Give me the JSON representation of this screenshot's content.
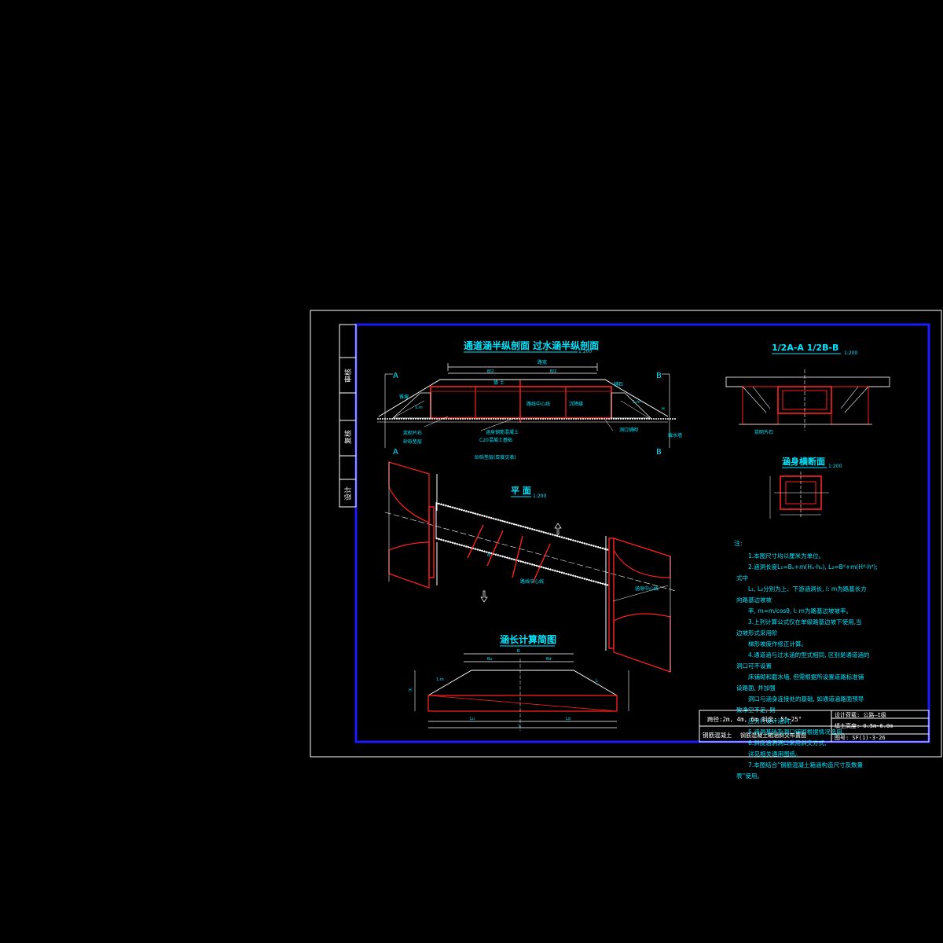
{
  "colors": {
    "background": "#000000",
    "frame": "#ffffff",
    "border": "#1a1aff",
    "text": "#00e5ff",
    "structure": "#ff2020",
    "lines": "#ffffff"
  },
  "side_stamp": {
    "row1": "审核",
    "row2": "复核",
    "row3": "设计"
  },
  "titles": {
    "profile": "通道涵半纵剖面  过水涵半纵剖面",
    "profile_scale": "1:200",
    "section": "1/2A-A   1/2B-B",
    "section_scale": "1:200",
    "cross": "涵身横断面",
    "cross_scale": "1:200",
    "plan": "平  面",
    "plan_scale": "1:200",
    "calc": "涵长计算简图"
  },
  "profile_labels": {
    "A_top": "A",
    "B_top": "B",
    "A_bottom": "A",
    "B_bottom": "B",
    "roadbed_width": "路宽",
    "half_left": "B/2",
    "half_right": "B/2",
    "fill": "填 土",
    "center": "路线中心线",
    "pillow": "沉降缝",
    "slope_left": "1:m",
    "slope_right": "1:m",
    "left_note": "锥坡",
    "right_note": "铺石",
    "water_level": "H",
    "base_note1": "浆砌片石",
    "base_note2": "砂砾垫层",
    "mid_note1": "涵身钢筋混凝土",
    "mid_note2": "C20混凝土基础",
    "mid_note3": "砂砾垫层(厚度见表)",
    "right_base": "洞口铺砌",
    "right_end": "截水墙"
  },
  "plan_labels": {
    "center": "路线中心线",
    "axis": "涵身中心线",
    "alpha": "α"
  },
  "calc_labels": {
    "B": "B",
    "Bu": "Bu",
    "Bd": "Bd",
    "Lu": "Lu",
    "Ld": "Ld",
    "L": "L",
    "slope": "1:m",
    "Hf": "H",
    "lc": "L"
  },
  "notes": {
    "head": "注:",
    "lines": [
      "1.本图尺寸均以厘米为单位。",
      "2.涵洞长度L₁=Bᵤ+m(Hᵤ-hᵤ), L₂=Bᵈ+m(Hᵈ-hᵈ);",
      "式中",
      "L₁, L₂分别为上、下游涵洞长, l: m为路基长方",
      "向路基边坡坡",
      "率, m=m/cosθ, l: m为路基边坡坡率。",
      "3.上列计算公式仅在单级路基边坡下使用,当",
      "边坡形式采用阶",
      "梯形坡度作修正计算。",
      "4.通道涵与过水涵的型式相同, 区别是通道涵的",
      "洞口可不设置",
      "床铺砌和截水墙, 但需根据所设置道路标准铺",
      "设路面, 并加强",
      "洞口与涵身连接处的基础, 如通道涵路面预导",
      "致净空不足, 则",
      "应另行设计涵洞。",
      "5.涵洞基础及洞口铺砌根据情况选用。",
      "6.斜度涵洞洞口采用斜交方式,",
      "详见相关通用图纸。",
      "7.本图结合“钢筋混凝土箱涵构造尺寸及数量",
      "表”使用。"
    ]
  },
  "title_block": {
    "label_left": "钢筋混凝土",
    "spec": "跨径:2m, 4m, 6m    斜度: 5°~25°",
    "design_std_label": "设计荷载: 公路—I级",
    "fill_height": "填土高度: 0.5m~6.0m",
    "drawing_no": "图号: SF(1)-3-26",
    "name": "钢筋混凝土箱涵斜交布置图"
  }
}
